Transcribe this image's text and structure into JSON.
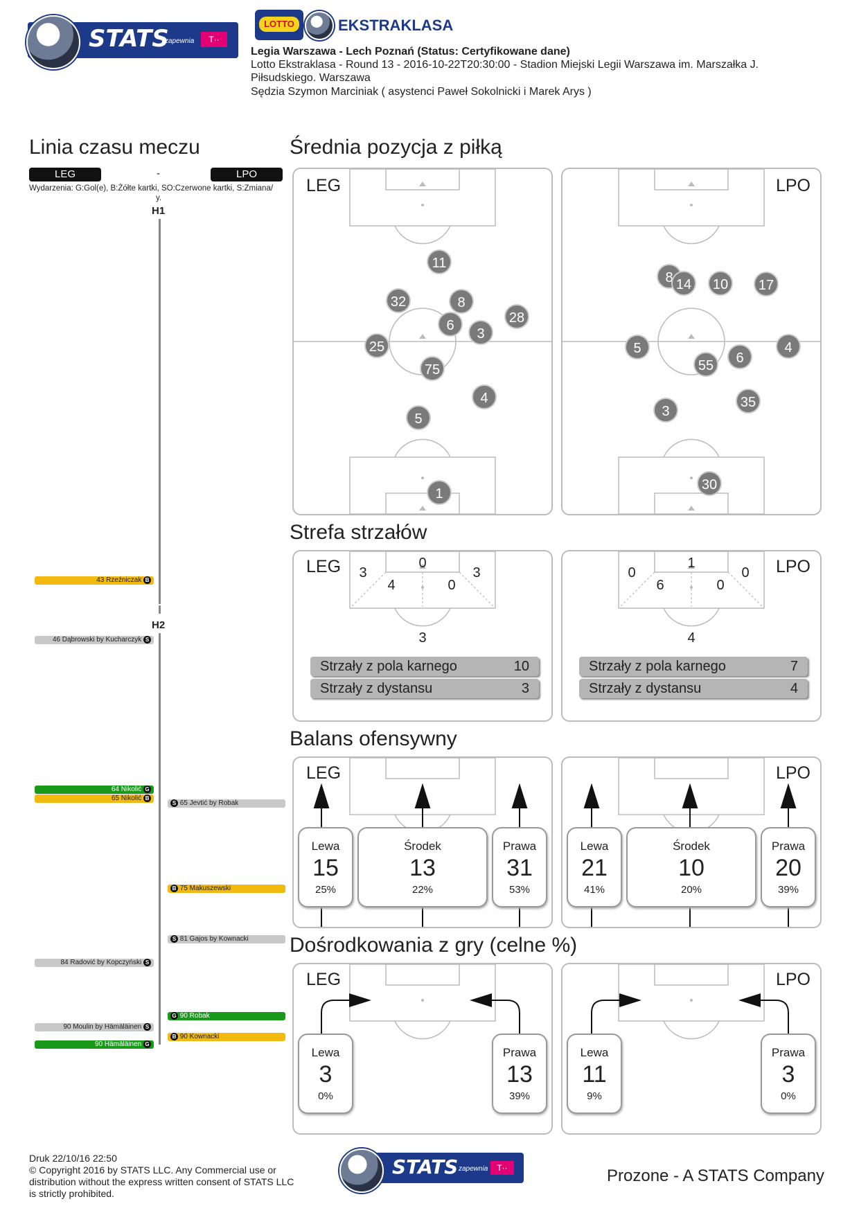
{
  "header": {
    "logo_word": "STATS",
    "logo_sponsor": "zapewnia",
    "league_logo_word": "EKSTRAKLASA",
    "lotto_word": "LOTTO",
    "match_title": "Legia Warszawa - Lech Poznań (Status: Certyfikowane dane)",
    "match_line2": "Lotto Ekstraklasa - Round 13 - 2016-10-22T20:30:00 - Stadion Miejski Legii Warszawa im. Marszałka J.",
    "match_line3": "Piłsudskiego. Warszawa",
    "referee": "Sędzia Szymon Marciniak ( asystenci Paweł Sokolnicki i Marek Arys )"
  },
  "timeline": {
    "title": "Linia czasu meczu",
    "home": "LEG",
    "sep": "-",
    "away": "LPO",
    "legend": "Wydarzenia: G:Gol(e), B:Żółte kartki, SO:Czerwone kartki, S:Zmiana/",
    "legend2": "y.",
    "h1": "H1",
    "h2": "H2",
    "events_left": [
      {
        "text": "43 Rzeźniczak",
        "tag": "B"
      },
      {
        "text": "46 Dąbrowski by Kucharczyk",
        "tag": "S"
      },
      {
        "text": "64 Nikolić",
        "tag": "G"
      },
      {
        "text": "65 Nikolić",
        "tag": "B"
      },
      {
        "text": "84 Radović by Kopczyński",
        "tag": "S"
      },
      {
        "text": "90 Moulin by Hämäläinen",
        "tag": "S"
      },
      {
        "text": "90 Hämäläinen",
        "tag": "G"
      }
    ],
    "events_right": [
      {
        "text": "65 Jevtić by Robak",
        "tag": "S"
      },
      {
        "text": "75 Makuszewski",
        "tag": "B"
      },
      {
        "text": "81 Gajos by Kownacki",
        "tag": "S"
      },
      {
        "text": "90 Robak",
        "tag": "G"
      },
      {
        "text": "90 Kownacki",
        "tag": "B"
      }
    ]
  },
  "avg_position": {
    "title": "Średnia pozycja z piłką",
    "home_label": "LEG",
    "away_label": "LPO",
    "home_players": [
      "11",
      "32",
      "8",
      "28",
      "6",
      "3",
      "25",
      "75",
      "4",
      "5",
      "1"
    ],
    "away_players": [
      "8",
      "14",
      "10",
      "17",
      "5",
      "4",
      "55",
      "6",
      "35",
      "3",
      "30"
    ]
  },
  "shot_zone": {
    "title": "Strefa strzałów",
    "home_label": "LEG",
    "away_label": "LPO",
    "home": {
      "top": "0",
      "left_out": "3",
      "left_in": "4",
      "right_in": "0",
      "right_out": "3",
      "outside": "3"
    },
    "away": {
      "top": "1",
      "left_out": "0",
      "left_in": "6",
      "right_in": "0",
      "right_out": "0",
      "outside": "4"
    },
    "inside_label": "Strzały z pola karnego",
    "outside_label": "Strzały z dystansu",
    "home_inside": "10",
    "home_outside": "3",
    "away_inside": "7",
    "away_outside": "4"
  },
  "attack_balance": {
    "title": "Balans ofensywny",
    "home_label": "LEG",
    "away_label": "LPO",
    "home": [
      {
        "label": "Lewa",
        "value": "15",
        "pct": "25%"
      },
      {
        "label": "Środek",
        "value": "13",
        "pct": "22%"
      },
      {
        "label": "Prawa",
        "value": "31",
        "pct": "53%"
      }
    ],
    "away": [
      {
        "label": "Lewa",
        "value": "21",
        "pct": "41%"
      },
      {
        "label": "Środek",
        "value": "10",
        "pct": "20%"
      },
      {
        "label": "Prawa",
        "value": "20",
        "pct": "39%"
      }
    ]
  },
  "crosses": {
    "title": "Dośrodkowania z gry (celne %)",
    "home_label": "LEG",
    "away_label": "LPO",
    "home": [
      {
        "label": "Lewa",
        "value": "3",
        "pct": "0%"
      },
      {
        "label": "Prawa",
        "value": "13",
        "pct": "39%"
      }
    ],
    "away": [
      {
        "label": "Lewa",
        "value": "11",
        "pct": "9%"
      },
      {
        "label": "Prawa",
        "value": "3",
        "pct": "0%"
      }
    ]
  },
  "footer": {
    "printed": "Druk 22/10/16 22:50",
    "copyright1": "© Copyright 2016 by STATS LLC. Any Commercial use or",
    "copyright2": "distribution without the express written consent of STATS LLC",
    "copyright3": "is strictly prohibited.",
    "company": "Prozone - A STATS Company"
  },
  "colors": {
    "brand_blue": "#1d3a8a",
    "telekom_magenta": "#e20074",
    "yellow_card": "#f2b90f",
    "goal_green": "#1a9a1a"
  }
}
